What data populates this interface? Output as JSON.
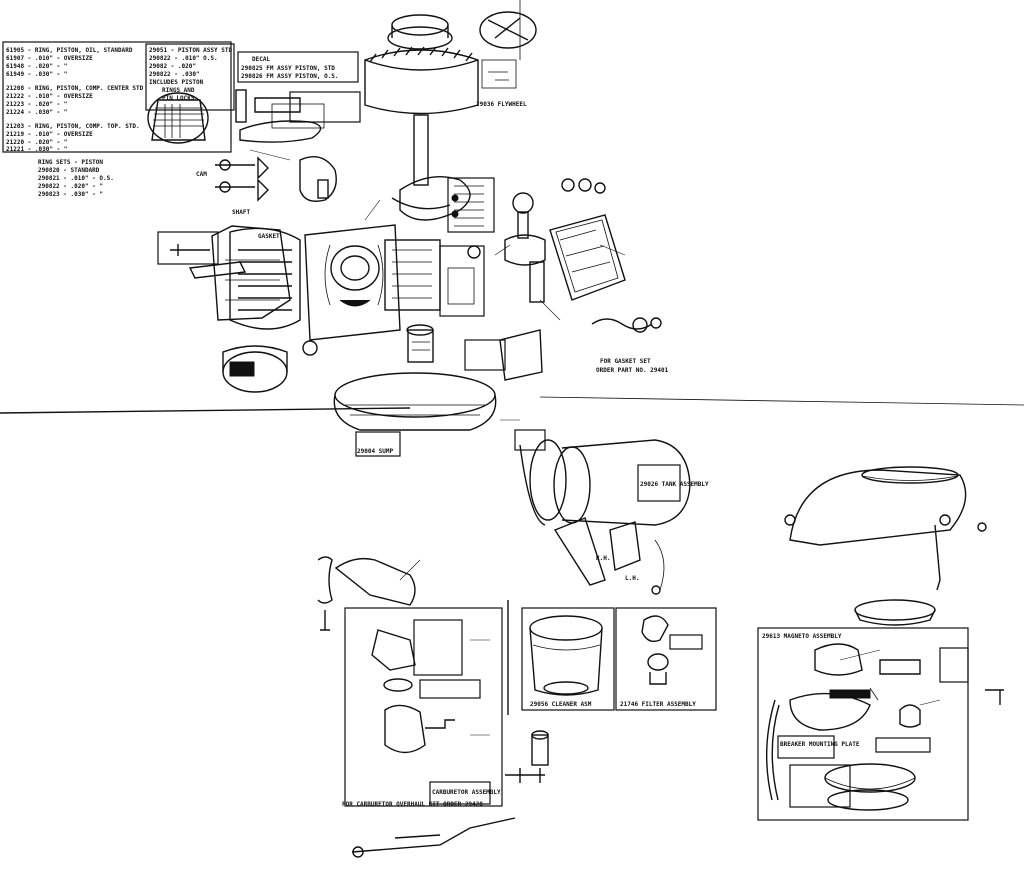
{
  "ring_notes": {
    "oil_title": "61905 - RING, PISTON, OIL, STANDARD",
    "oil_1": "61907 - .010\" - OVERSIZE",
    "oil_2": "61948 - .020\" - \"",
    "oil_3": "61949 - .030\" - \"",
    "comp_title": "21208 - RING, PISTON, COMP. CENTER STD",
    "comp_1": "21222 - .010\" - OVERSIZE",
    "comp_2": "21223 - .020\" - \"",
    "comp_3": "21224 - .030\" - \"",
    "top_title": "21203 - RING, PISTON, COMP. TOP. STD.",
    "top_1": "21219 - .010\" - OVERSIZE",
    "top_2": "21220 - .020\" - \"",
    "top_3": "21221 - .030\" - \"",
    "sets_title": "RING SETS - PISTON",
    "sets_1": "290820 - STANDARD",
    "sets_2": "290821 - .010\" - O.S.",
    "sets_3": "290822 - .020\" - \"",
    "sets_4": "290823 - .030\" - \""
  },
  "piston_box": {
    "title": "29051 - PISTON ASSY STD",
    "l1": "290822 - .010\" O.S.",
    "l2": "29082 - .020\"",
    "l3": "290822 - .030\"",
    "l4": "INCLUDES PISTON",
    "l5": "RINGS AND",
    "l6": "PIN LOCKS"
  },
  "decal_box": {
    "l1": "DECAL",
    "l2": "290825 FM ASSY PISTON, STD",
    "l3": "290826 FM ASSY PISTON, O.S."
  },
  "labels": {
    "flywheel": "29036 FLYWHEEL",
    "gasket_set_1": "FOR GASKET SET",
    "gasket_set_2": "ORDER PART NO. 29401",
    "cleaner": "29056 CLEANER ASM",
    "filter": "21746 FILTER ASSEMBLY",
    "magneto": "29613 MAGNETO ASSEMBLY",
    "carb_note": "FOR CARBURETOR OVERHAUL KIT ORDER 29420",
    "tank": "29026 TANK ASSEMBLY",
    "sump": "29004 SUMP",
    "breaker": "BREAKER MOUNTING PLATE",
    "carb_asm": "CARBURETOR ASSEMBLY",
    "cam": "CAM",
    "gasket": "GASKET",
    "shaft": "SHAFT",
    "bracket_l": "R.H.",
    "bracket_r": "L.H."
  }
}
